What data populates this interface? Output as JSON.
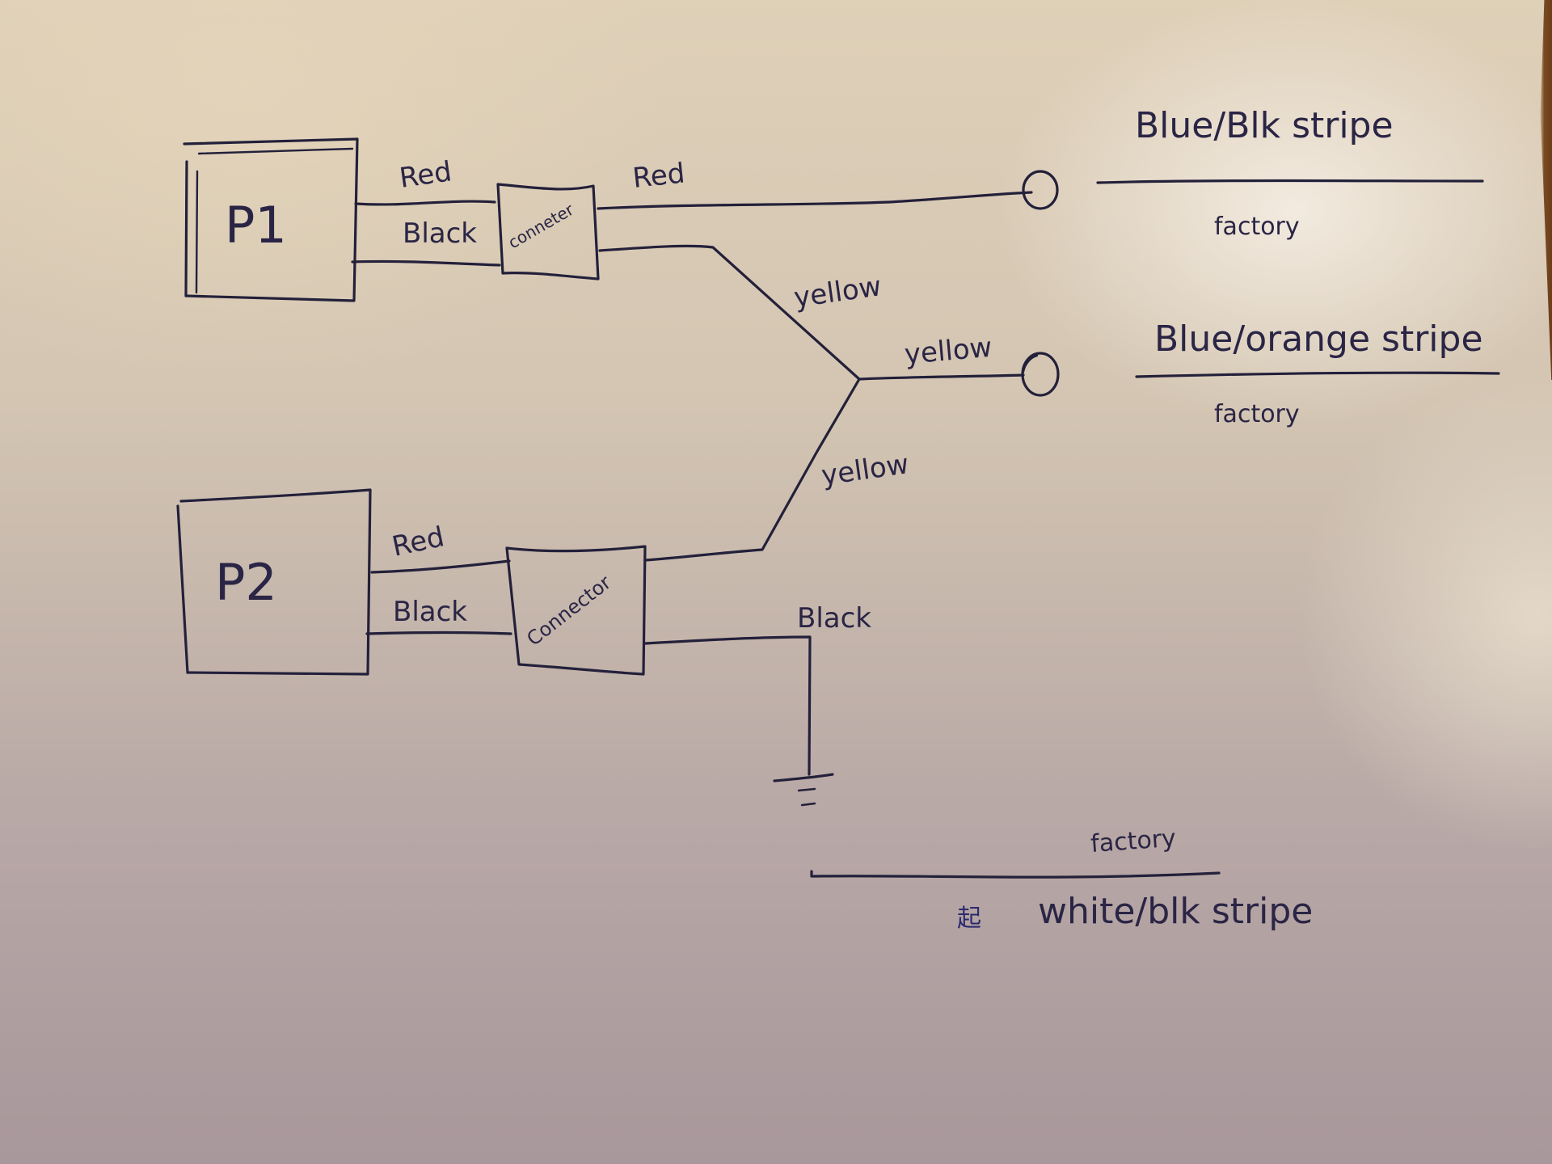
{
  "components": {
    "p1": {
      "label": "P1"
    },
    "p2": {
      "label": "P2"
    },
    "connector1": {
      "label": "conneter"
    },
    "connector2": {
      "label": "Connector"
    }
  },
  "wires": {
    "p1_red": "Red",
    "p1_black": "Black",
    "conn1_red_out": "Red",
    "conn1_yellow": "yellow",
    "junction_yellow_to_terminal": "yellow",
    "conn2_yellow": "yellow",
    "p2_red": "Red",
    "p2_black": "Black",
    "conn2_black_ground": "Black"
  },
  "factory_wires": [
    {
      "color_label": "Blue/Blk stripe",
      "source": "factory"
    },
    {
      "color_label": "Blue/orange stripe",
      "source": "factory"
    },
    {
      "color_label": "white/blk stripe",
      "source": "factory"
    }
  ],
  "symbols": {
    "terminal_1": "ring-terminal",
    "terminal_2": "ring-terminal",
    "ground": "ground-symbol",
    "scribble": "scribble-mark"
  },
  "colors": {
    "ink": "#23203a",
    "paper": "#d6c8b4",
    "wood": "#6a3c18"
  }
}
